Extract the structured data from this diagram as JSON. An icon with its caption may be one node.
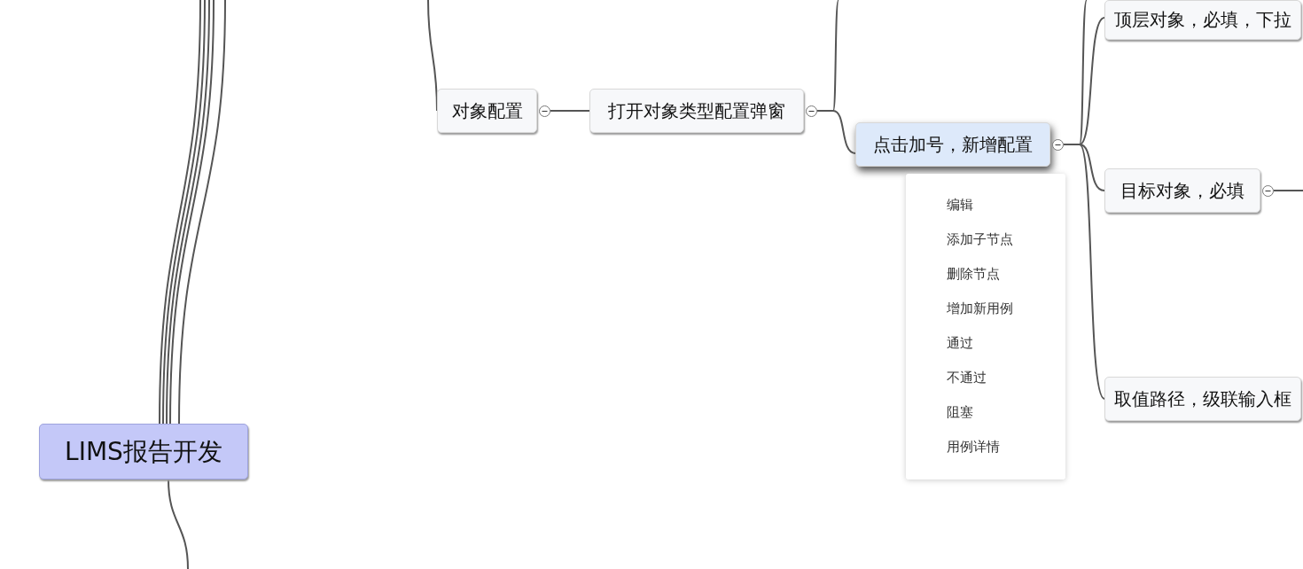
{
  "diagram": {
    "nodes": [
      {
        "text": [
          "LIMS报告开发"
        ]
      },
      {
        "text": [
          "对象配置"
        ]
      },
      {
        "text": [
          "打开对象类型配置弹窗"
        ]
      },
      {
        "text": [
          "点击加号，新增配置"
        ]
      },
      {
        "text": [
          "顶层对象，必填，下拉"
        ]
      },
      {
        "text": [
          "目标对象，必填"
        ]
      },
      {
        "text": [
          "取值路径，级联输入框"
        ]
      }
    ],
    "edges": [
      {
        "from": 0,
        "to": null,
        "arrow": "none"
      },
      {
        "from": 0,
        "to": null,
        "arrow": "none"
      },
      {
        "from": 0,
        "to": null,
        "arrow": "none"
      },
      {
        "from": 0,
        "to": null,
        "arrow": "none"
      },
      {
        "from": 0,
        "to": null,
        "arrow": "none"
      },
      {
        "from": 0,
        "to": null,
        "arrow": "none"
      },
      {
        "from": null,
        "to": 1,
        "arrow": "none"
      },
      {
        "from": 1,
        "to": 2,
        "arrow": "none"
      },
      {
        "from": 2,
        "to": 3,
        "arrow": "none"
      },
      {
        "from": 2,
        "to": null,
        "arrow": "none"
      },
      {
        "from": 3,
        "to": 4,
        "arrow": "none"
      },
      {
        "from": 3,
        "to": null,
        "arrow": "none"
      },
      {
        "from": 3,
        "to": 5,
        "arrow": "none"
      },
      {
        "from": 3,
        "to": 6,
        "arrow": "none"
      },
      {
        "from": 5,
        "to": null,
        "arrow": "none"
      }
    ],
    "labels": [
      "编辑",
      "添加子节点",
      "删除节点",
      "增加新用例",
      "通过",
      "不通过",
      "阻塞",
      "用例详情"
    ]
  }
}
